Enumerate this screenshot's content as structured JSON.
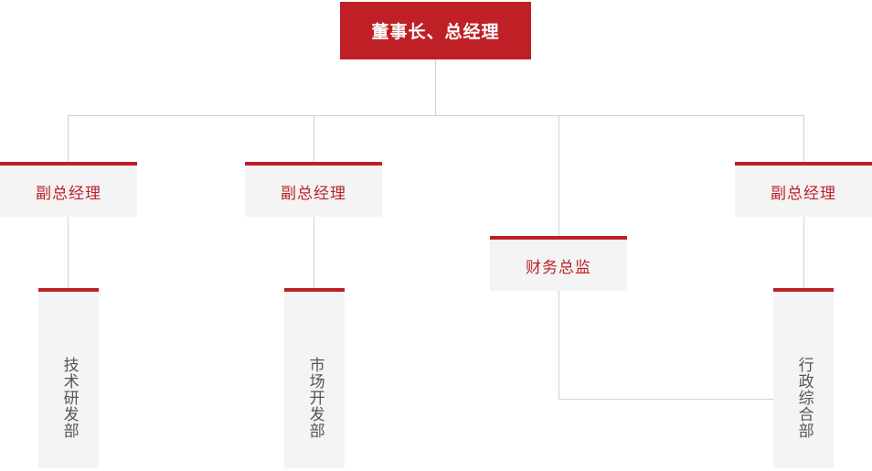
{
  "chart": {
    "title_node": {
      "label": "董事长、总经理",
      "color_bg": "#be2026",
      "color_text": "#ffffff"
    },
    "colors": {
      "accent_red": "#be2026",
      "box_gray": "#f4f4f4",
      "line_gray": "#d2d2d2",
      "dept_text": "#555555"
    },
    "level2": [
      {
        "label": "副总经理"
      },
      {
        "label": "副总经理"
      },
      {
        "label": "财务总监"
      },
      {
        "label": "副总经理"
      }
    ],
    "departments": [
      {
        "label": "技术研发部"
      },
      {
        "label": "市场开发部"
      },
      {
        "label": "行政综合部"
      }
    ]
  }
}
